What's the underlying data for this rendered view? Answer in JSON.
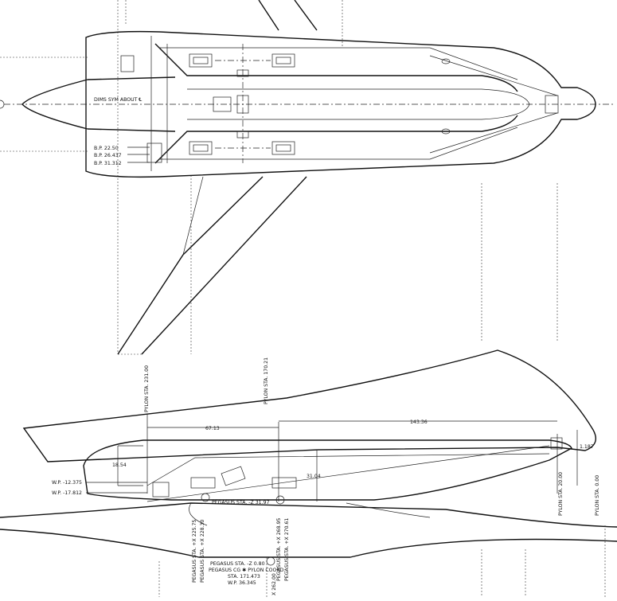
{
  "top_view": {
    "dims_note": "DIMS SYM ABOUT ℄",
    "buttock_planes": [
      "B.P. 22.50",
      "B.P. 26.437",
      "B.P. 31.312"
    ]
  },
  "side_view": {
    "waterlines": [
      "W.P. -12.375",
      "W.P. -17.812"
    ],
    "dimensions": [
      "67.13",
      "143.36",
      "18.54",
      "31.04",
      "1.187"
    ],
    "stations": {
      "pylon_231": "PYLON STA. 231.00",
      "pylon_170": "PYLON STA. 170.21",
      "pylon_20": "PYLON STA. 20.00",
      "pylon_0": "PYLON STA. 0.00",
      "pegasus_z": "PEGASUS STA. -Z 31.97",
      "pegasus_x1a": "PEGASUS STA. +X 225.75",
      "pegasus_x1b": "PEGASUS STA. +X 228.30",
      "pegasus_x2a": "PEGASUS STA. +X 268.95",
      "pegasus_x2b": "PEGASUS STA. +X 270.61",
      "pegasus_z0": "PEGASUS STA. -Z 0.80",
      "cg_line1": "PEGASUS CG ✱ PYLON COORD.",
      "cg_line2": "STA. 171.473",
      "cg_line3": "W.P. 36.345",
      "bottom_x": "X 262.00"
    }
  }
}
